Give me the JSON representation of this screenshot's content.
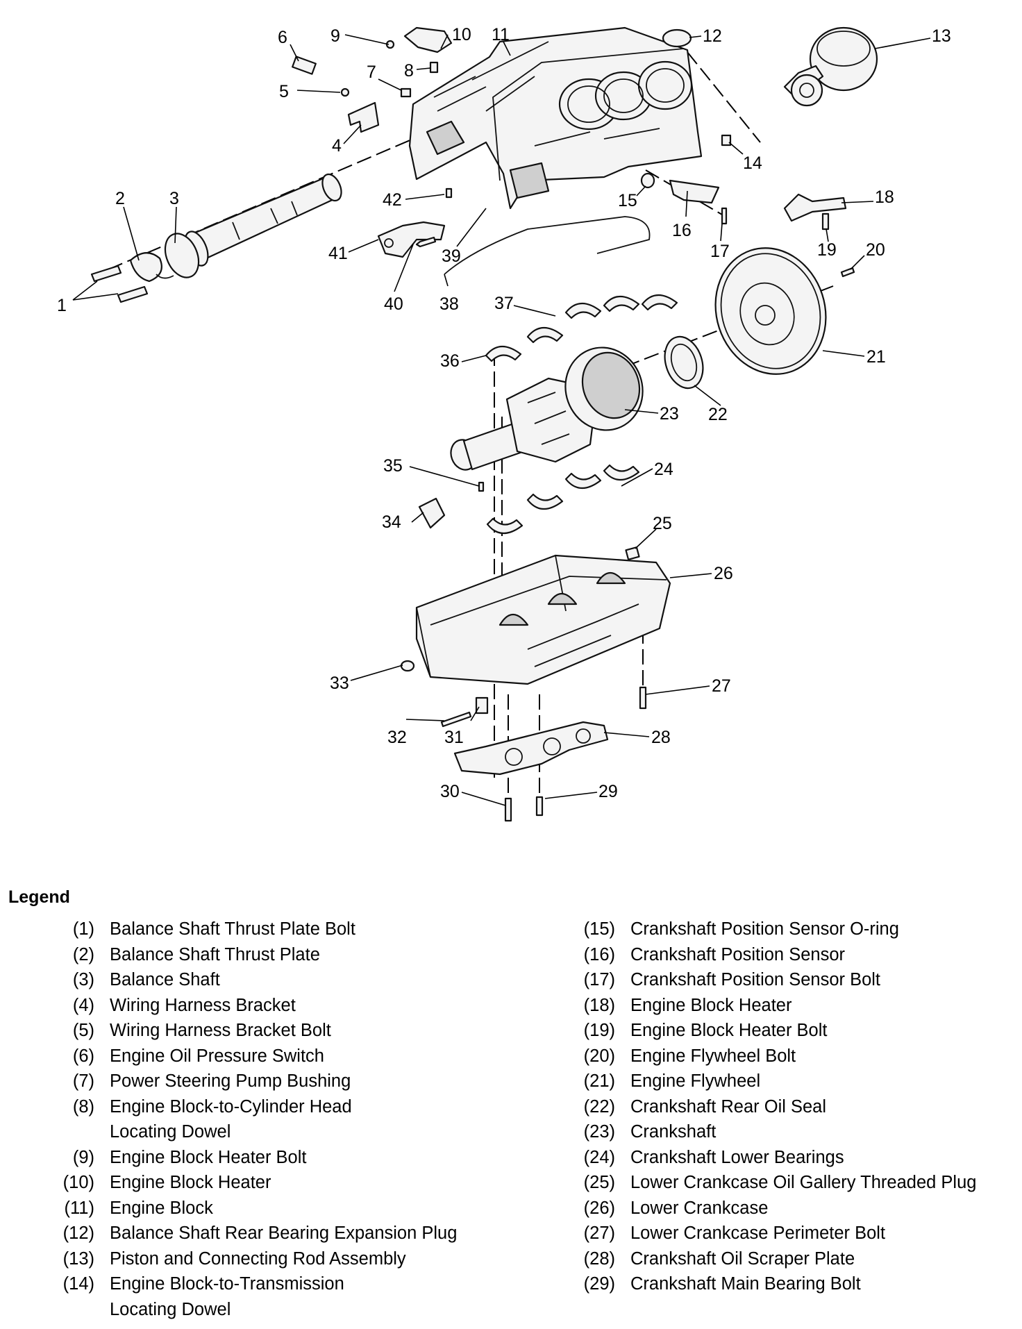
{
  "callouts": [
    "1",
    "2",
    "3",
    "4",
    "5",
    "6",
    "7",
    "8",
    "9",
    "10",
    "11",
    "12",
    "13",
    "14",
    "15",
    "16",
    "17",
    "18",
    "19",
    "20",
    "21",
    "22",
    "23",
    "24",
    "25",
    "26",
    "27",
    "28",
    "29",
    "30",
    "31",
    "32",
    "33",
    "34",
    "35",
    "36",
    "37",
    "38",
    "39",
    "40",
    "41",
    "42"
  ],
  "legend": {
    "title": "Legend",
    "left": [
      {
        "num": "(1)",
        "label": "Balance Shaft Thrust Plate Bolt"
      },
      {
        "num": "(2)",
        "label": "Balance Shaft Thrust Plate"
      },
      {
        "num": "(3)",
        "label": "Balance Shaft"
      },
      {
        "num": "(4)",
        "label": "Wiring Harness Bracket"
      },
      {
        "num": "(5)",
        "label": "Wiring Harness Bracket Bolt"
      },
      {
        "num": "(6)",
        "label": "Engine Oil Pressure Switch"
      },
      {
        "num": "(7)",
        "label": "Power Steering Pump Bushing"
      },
      {
        "num": "(8)",
        "label": "Engine Block-to-Cylinder Head\nLocating Dowel"
      },
      {
        "num": "(9)",
        "label": "Engine Block Heater Bolt"
      },
      {
        "num": "(10)",
        "label": "Engine Block Heater"
      },
      {
        "num": "(11)",
        "label": "Engine Block"
      },
      {
        "num": "(12)",
        "label": "Balance Shaft Rear Bearing Expansion Plug"
      },
      {
        "num": "(13)",
        "label": "Piston and Connecting Rod Assembly"
      },
      {
        "num": "(14)",
        "label": "Engine Block-to-Transmission\nLocating Dowel"
      }
    ],
    "right": [
      {
        "num": "(15)",
        "label": "Crankshaft Position Sensor O-ring"
      },
      {
        "num": "(16)",
        "label": "Crankshaft Position Sensor"
      },
      {
        "num": "(17)",
        "label": "Crankshaft Position Sensor Bolt"
      },
      {
        "num": "(18)",
        "label": "Engine Block Heater"
      },
      {
        "num": "(19)",
        "label": "Engine Block Heater Bolt"
      },
      {
        "num": "(20)",
        "label": "Engine Flywheel Bolt"
      },
      {
        "num": "(21)",
        "label": "Engine Flywheel"
      },
      {
        "num": "(22)",
        "label": "Crankshaft Rear Oil Seal"
      },
      {
        "num": "(23)",
        "label": "Crankshaft"
      },
      {
        "num": "(24)",
        "label": "Crankshaft Lower Bearings"
      },
      {
        "num": "(25)",
        "label": "Lower Crankcase Oil Gallery Threaded Plug"
      },
      {
        "num": "(26)",
        "label": "Lower Crankcase"
      },
      {
        "num": "(27)",
        "label": "Lower Crankcase Perimeter Bolt"
      },
      {
        "num": "(28)",
        "label": "Crankshaft Oil Scraper Plate"
      },
      {
        "num": "(29)",
        "label": "Crankshaft Main Bearing Bolt"
      }
    ]
  }
}
